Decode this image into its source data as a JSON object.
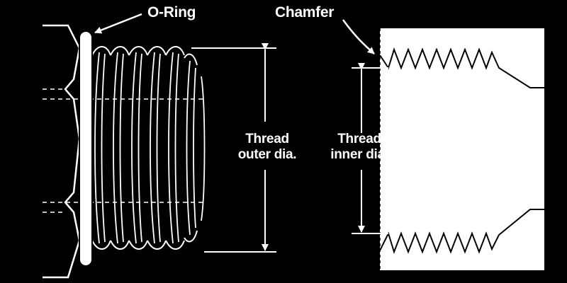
{
  "labels": {
    "o_ring": "O-Ring",
    "chamfer": "Chamfer",
    "outer_line1": "Thread",
    "outer_line2": "outer dia.",
    "inner_line1": "Thread",
    "inner_line2": "inner dia."
  },
  "colors": {
    "background": "#000000",
    "line": "#ffffff",
    "port_block": "#ffffff",
    "port_line": "#000000"
  }
}
